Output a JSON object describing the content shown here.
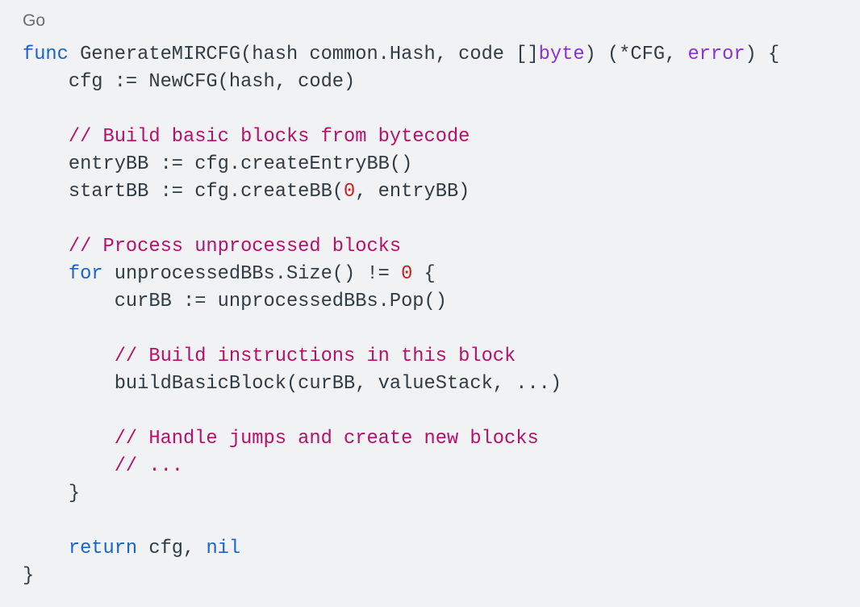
{
  "language_label": "Go",
  "colors": {
    "background": "#f1f2f4",
    "plain": "#303c44",
    "keyword": "#1a63c9",
    "type": "#8a32d6",
    "comment": "#b5106c",
    "number": "#c81e1e",
    "language_label": "#6b6b6b"
  },
  "lines": [
    [
      {
        "t": "kw",
        "v": "func"
      },
      {
        "t": "plain",
        "v": " GenerateMIRCFG(hash common.Hash, code []"
      },
      {
        "t": "type",
        "v": "byte"
      },
      {
        "t": "plain",
        "v": ") (*CFG, "
      },
      {
        "t": "type",
        "v": "error"
      },
      {
        "t": "plain",
        "v": ") {"
      }
    ],
    [
      {
        "t": "plain",
        "v": "    cfg := NewCFG(hash, code)"
      }
    ],
    [],
    [
      {
        "t": "plain",
        "v": "    "
      },
      {
        "t": "com",
        "v": "// Build basic blocks from bytecode"
      }
    ],
    [
      {
        "t": "plain",
        "v": "    entryBB := cfg.createEntryBB()"
      }
    ],
    [
      {
        "t": "plain",
        "v": "    startBB := cfg.createBB("
      },
      {
        "t": "num",
        "v": "0"
      },
      {
        "t": "plain",
        "v": ", entryBB)"
      }
    ],
    [],
    [
      {
        "t": "plain",
        "v": "    "
      },
      {
        "t": "com",
        "v": "// Process unprocessed blocks"
      }
    ],
    [
      {
        "t": "plain",
        "v": "    "
      },
      {
        "t": "kw",
        "v": "for"
      },
      {
        "t": "plain",
        "v": " unprocessedBBs.Size() != "
      },
      {
        "t": "num",
        "v": "0"
      },
      {
        "t": "plain",
        "v": " {"
      }
    ],
    [
      {
        "t": "plain",
        "v": "        curBB := unprocessedBBs.Pop()"
      }
    ],
    [],
    [
      {
        "t": "plain",
        "v": "        "
      },
      {
        "t": "com",
        "v": "// Build instructions in this block"
      }
    ],
    [
      {
        "t": "plain",
        "v": "        buildBasicBlock(curBB, valueStack, ...)"
      }
    ],
    [],
    [
      {
        "t": "plain",
        "v": "        "
      },
      {
        "t": "com",
        "v": "// Handle jumps and create new blocks"
      }
    ],
    [
      {
        "t": "plain",
        "v": "        "
      },
      {
        "t": "com",
        "v": "// ..."
      }
    ],
    [
      {
        "t": "plain",
        "v": "    }"
      }
    ],
    [],
    [
      {
        "t": "plain",
        "v": "    "
      },
      {
        "t": "kw",
        "v": "return"
      },
      {
        "t": "plain",
        "v": " cfg, "
      },
      {
        "t": "kw",
        "v": "nil"
      }
    ],
    [
      {
        "t": "plain",
        "v": "}"
      }
    ]
  ]
}
